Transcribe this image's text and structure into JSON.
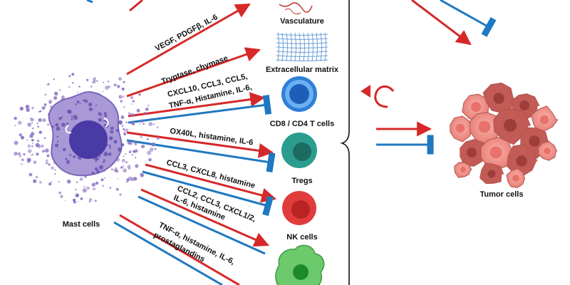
{
  "colors": {
    "stimulate": "#d62828",
    "inhibit": "#1f78c1",
    "mast_cell": "#a898d6",
    "mast_nucleus": "#4a3aa6",
    "granule": "#8c74c4",
    "t_cell": "#2f7fd6",
    "treg": "#2a9d8f",
    "nk_cell": "#e03c3c",
    "macrophage": "#6cc96c",
    "tumor": "#f08c84",
    "tumor_dark": "#c25a56",
    "matrix": "#6f9fd8",
    "vessel": "#c0392b"
  },
  "icons": {
    "mast_cell": "mast-cell-icon",
    "vasculature": "vasculature-icon",
    "matrix": "extracellular-matrix-icon",
    "t_cell": "t-cell-icon",
    "treg": "treg-icon",
    "nk_cell": "nk-cell-icon",
    "macrophage": "macrophage-icon",
    "tumor": "tumor-cells-icon",
    "brace": "curly-brace-icon"
  },
  "labels": {
    "mast_cells": "Mast cells",
    "vasculature": "Vasculature",
    "matrix": "Extracellular matrix",
    "t_cells": "CD8 / CD4 T cells",
    "tregs": "Tregs",
    "nk_cells": "NK cells",
    "tumor_cells": "Tumor cells"
  },
  "mediators": {
    "vasculature": [
      "VEGF, PDGFβ, IL-6"
    ],
    "matrix": [
      "Tryptase, chymase"
    ],
    "t_cells": [
      "CXCL10, CCL3, CCL5,",
      "TNF-α, Histamine, IL-6,"
    ],
    "tregs": [
      "OX40L, histamine, IL-6"
    ],
    "nk_cells": [
      "CCL3, CXCL8, histamine"
    ],
    "nk_cells_2": [
      "CCL2, CCL3, CXCL1/2,",
      "IL-6, histamine"
    ],
    "macrophages": [
      "TNF-α, histamine, IL-6,",
      "prostaglandins"
    ]
  }
}
